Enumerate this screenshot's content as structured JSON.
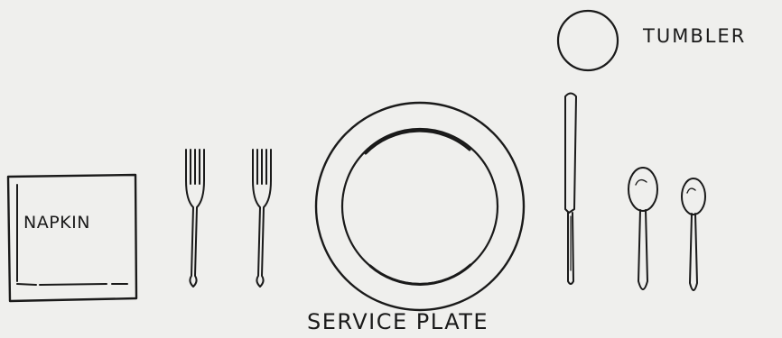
{
  "labels": {
    "napkin": "NAPKIN",
    "tumbler": "TUMBLER",
    "service_plate": "SERVICE PLATE"
  },
  "items": {
    "napkin": "napkin-icon",
    "forks": [
      "fork-icon",
      "fork-icon"
    ],
    "plate": "service-plate-icon",
    "knife": "knife-icon",
    "spoons": [
      "spoon-icon",
      "spoon-icon"
    ],
    "tumbler": "tumbler-icon"
  },
  "colors": {
    "background": "#efefed",
    "ink": "#1a1a1a"
  }
}
